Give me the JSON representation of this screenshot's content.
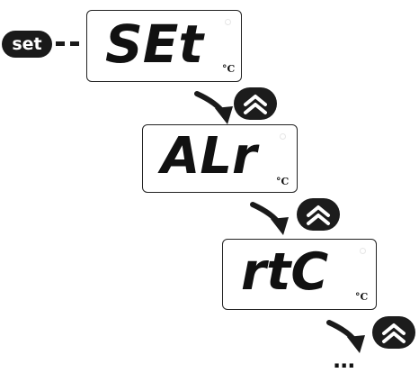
{
  "set_key": {
    "label": "set"
  },
  "displays": [
    {
      "code": "SEt",
      "unit": "°C"
    },
    {
      "code": "ALr",
      "unit": "°C"
    },
    {
      "code": "rtC",
      "unit": "°C"
    }
  ],
  "buttons": {
    "up_key_icon": "double-chevron-up-icon"
  },
  "continuation": "...",
  "colors": {
    "ink": "#1a1a1a",
    "background": "#ffffff"
  }
}
